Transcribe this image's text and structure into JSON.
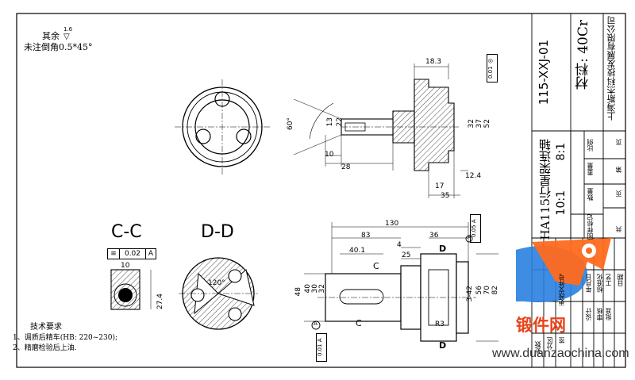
{
  "notes": {
    "surface_prefix": "其余",
    "surface_value": "1.6",
    "chamfer": "未注倒角0.5*45°"
  },
  "title_block": {
    "drawing_no": "115-XXJ-01",
    "part_name": "HA115行星架连轴",
    "scale_left": "8:1",
    "scale_right": "10:1",
    "material": "材料: 40Cr",
    "company": "上海斯杰科技发展有限公司",
    "row_labels": [
      "比例",
      "重量",
      "数量",
      "图样标记"
    ],
    "page_labels": [
      "页",
      "第",
      "页",
      "共"
    ],
    "sign_labels": [
      "处数",
      "分区",
      "更改文件号",
      "签",
      "年月日",
      "设计",
      "标准化",
      "审核",
      "工艺",
      "批准",
      "日期"
    ]
  },
  "views": {
    "section_cc": "C-C",
    "section_dd": "D-D",
    "tol_frame_value": "0.02",
    "tol_frame_datum": "A",
    "runout_value": "0.01",
    "runout_datum": "A",
    "runout2_value": "0.05",
    "runout2_datum": "A"
  },
  "dims_top": [
    "18.3",
    "60°",
    "13",
    "22",
    "32",
    "37",
    "52",
    "10",
    "28",
    "12.4",
    "17",
    "35"
  ],
  "dims_bottom": [
    "130",
    "83",
    "36",
    "40.1",
    "4",
    "25",
    "48",
    "40",
    "30",
    "32",
    "3-42",
    "56",
    "70",
    "82",
    "R3",
    "10",
    "27.4",
    "120°"
  ],
  "section_markers": [
    "D",
    "D",
    "C",
    "C",
    "A",
    "A"
  ],
  "tech_requirements": {
    "title": "技术要求",
    "items": [
      "1、调质后精车(HB: 220~230);",
      "2、精磨检验后上油."
    ]
  },
  "watermark": {
    "brand": "锻件网",
    "url": "www.duanzaochina.com"
  }
}
